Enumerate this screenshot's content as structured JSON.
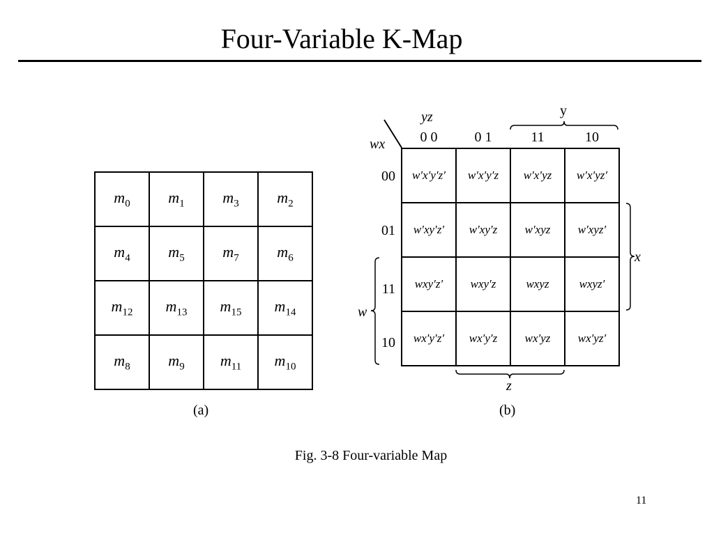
{
  "title": "Four-Variable K-Map",
  "map_a": {
    "rows": [
      [
        {
          "v": "m",
          "s": "0"
        },
        {
          "v": "m",
          "s": "1"
        },
        {
          "v": "m",
          "s": "3"
        },
        {
          "v": "m",
          "s": "2"
        }
      ],
      [
        {
          "v": "m",
          "s": "4"
        },
        {
          "v": "m",
          "s": "5"
        },
        {
          "v": "m",
          "s": "7"
        },
        {
          "v": "m",
          "s": "6"
        }
      ],
      [
        {
          "v": "m",
          "s": "12"
        },
        {
          "v": "m",
          "s": "13"
        },
        {
          "v": "m",
          "s": "15"
        },
        {
          "v": "m",
          "s": "14"
        }
      ],
      [
        {
          "v": "m",
          "s": "8"
        },
        {
          "v": "m",
          "s": "9"
        },
        {
          "v": "m",
          "s": "11"
        },
        {
          "v": "m",
          "s": "10"
        }
      ]
    ],
    "caption": "(a)"
  },
  "map_b": {
    "corner_top": "yz",
    "corner_left": "wx",
    "col_headers": [
      "0 0",
      "0 1",
      "11",
      "10"
    ],
    "row_headers": [
      "00",
      "01",
      "11",
      "10"
    ],
    "cells": [
      [
        "w′x′y′z′",
        "w′x′y′z",
        "w′x′yz",
        "w′x′yz′"
      ],
      [
        "w′xy′z′",
        "w′xy′z",
        "w′xyz",
        "w′xyz′"
      ],
      [
        "wxy′z′",
        "wxy′z",
        "wxyz",
        "wxyz′"
      ],
      [
        "wx′y′z′",
        "wx′y′z",
        "wx′yz",
        "wx′yz′"
      ]
    ],
    "bracket_y": "y",
    "bracket_x": "x",
    "bracket_w": "w",
    "bracket_z": "z",
    "caption": "(b)"
  },
  "figure_caption": "Fig. 3-8  Four-variable Map",
  "page_number": "11"
}
